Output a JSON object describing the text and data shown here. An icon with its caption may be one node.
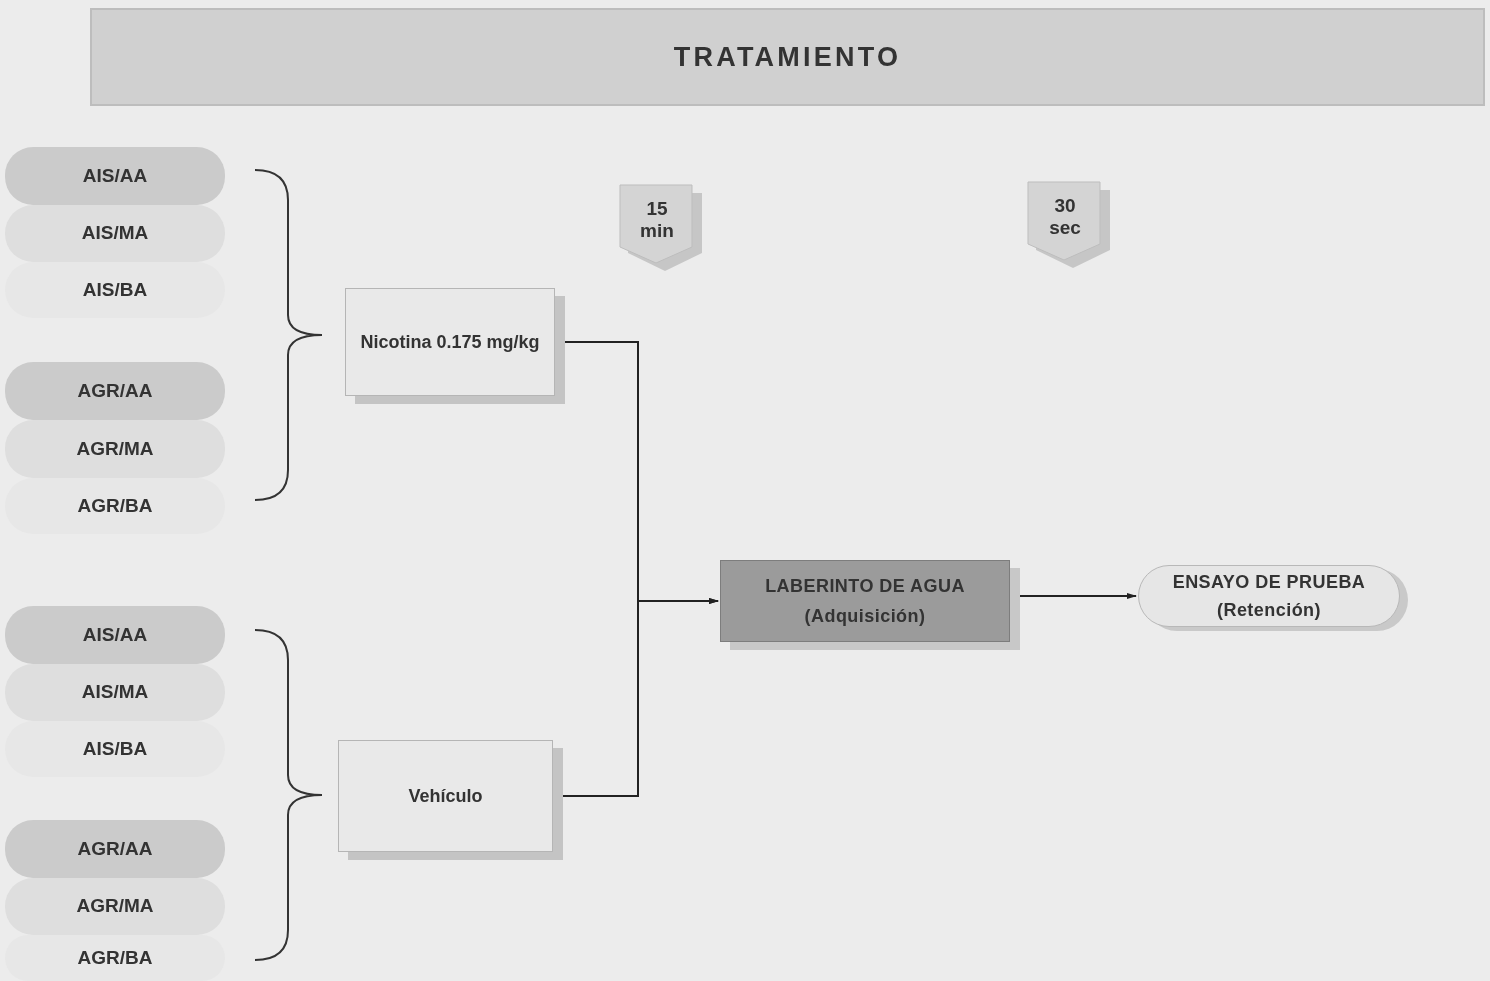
{
  "diagram": {
    "title": "TRATAMIENTO",
    "nodes": [
      {
        "text": [
          "AIS/AA"
        ]
      },
      {
        "text": [
          "AIS/MA"
        ]
      },
      {
        "text": [
          "AIS/BA"
        ]
      },
      {
        "text": [
          "AGR/AA"
        ]
      },
      {
        "text": [
          "AGR/MA"
        ]
      },
      {
        "text": [
          "AGR/BA"
        ]
      },
      {
        "text": [
          "15 min"
        ]
      },
      {
        "text": [
          "30 sec"
        ]
      },
      {
        "text": [
          "Nicotina 0.175 mg/kg"
        ]
      },
      {
        "text": [
          "LABERINTO DE AGUA (Adquisición)"
        ]
      },
      {
        "text": [
          "ENSAYO DE PRUEBA (Retención)"
        ]
      },
      {
        "text": [
          "AIS/AA"
        ]
      },
      {
        "text": [
          "AIS/MA"
        ]
      },
      {
        "text": [
          "AIS/BA"
        ]
      },
      {
        "text": [
          "AGR/AA"
        ]
      },
      {
        "text": [
          "AGR/MA"
        ]
      },
      {
        "text": [
          "AGR/BA"
        ]
      },
      {
        "text": [
          "Vehículo"
        ]
      }
    ],
    "edges": [
      {
        "from": 8,
        "to": 9,
        "arrow": "to"
      },
      {
        "from": 17,
        "to": 9,
        "arrow": "to"
      },
      {
        "from": 9,
        "to": 10,
        "arrow": "to"
      }
    ]
  }
}
